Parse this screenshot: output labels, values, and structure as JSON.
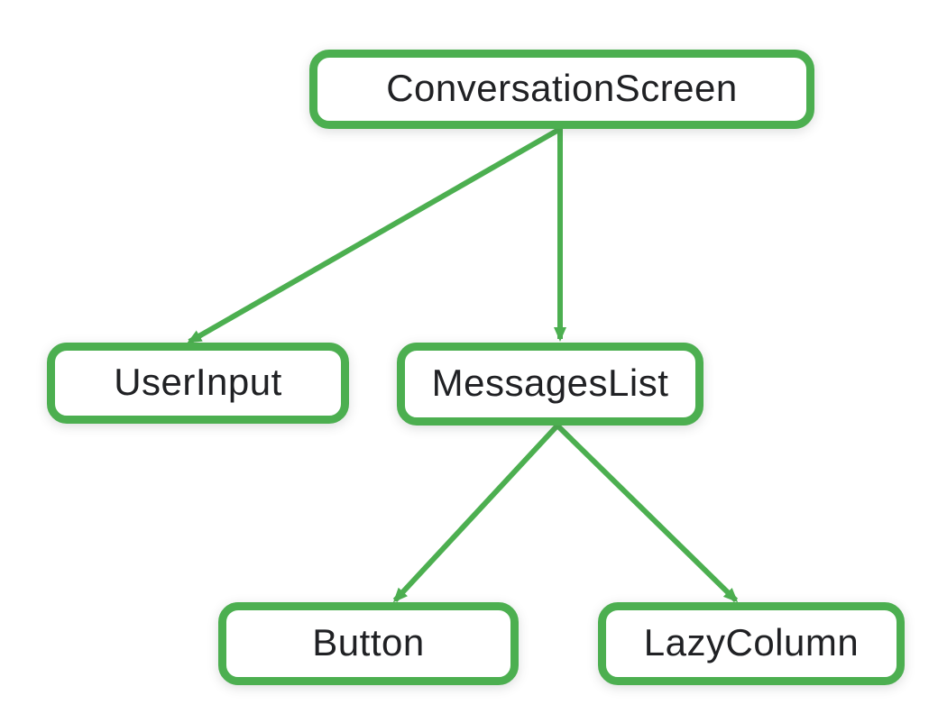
{
  "colors": {
    "accent": "#4CAF50",
    "text": "#202124",
    "bg": "#ffffff"
  },
  "diagram": {
    "type": "component-tree",
    "nodes": [
      {
        "id": "conversation-screen",
        "label": "ConversationScreen"
      },
      {
        "id": "user-input",
        "label": "UserInput"
      },
      {
        "id": "messages-list",
        "label": "MessagesList"
      },
      {
        "id": "button",
        "label": "Button"
      },
      {
        "id": "lazy-column",
        "label": "LazyColumn"
      }
    ],
    "edges": [
      {
        "from": "ConversationScreen",
        "to": "UserInput"
      },
      {
        "from": "ConversationScreen",
        "to": "MessagesList"
      },
      {
        "from": "MessagesList",
        "to": "Button"
      },
      {
        "from": "MessagesList",
        "to": "LazyColumn"
      }
    ]
  }
}
